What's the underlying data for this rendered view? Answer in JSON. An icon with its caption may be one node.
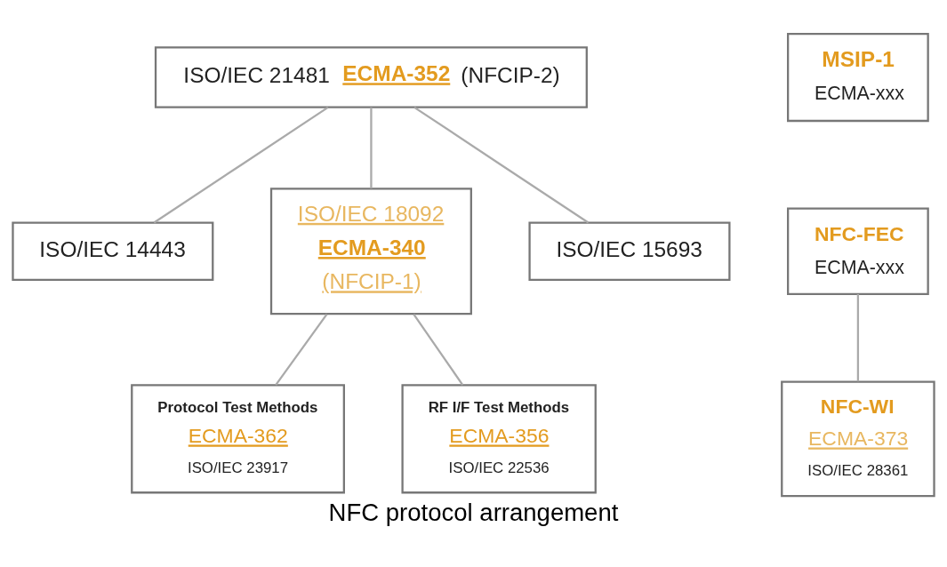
{
  "diagram": {
    "caption": "NFC protocol arrangement",
    "nodes": [
      {
        "text": [
          "ISO/IEC 21481",
          "ECMA-352",
          "(NFCIP-2)"
        ]
      },
      {
        "text": [
          "ISO/IEC 14443"
        ]
      },
      {
        "text": [
          "ISO/IEC 18092",
          "ECMA-340",
          "(NFCIP-1)"
        ]
      },
      {
        "text": [
          "ISO/IEC 15693"
        ]
      },
      {
        "text": [
          "MSIP-1",
          "ECMA-xxx"
        ]
      },
      {
        "text": [
          "Protocol Test Methods",
          "ECMA-362",
          "ISO/IEC 23917"
        ]
      },
      {
        "text": [
          "RF I/F Test Methods",
          "ECMA-356",
          "ISO/IEC 22536"
        ]
      },
      {
        "text": [
          "NFC-FEC",
          "ECMA-xxx"
        ]
      },
      {
        "text": [
          "NFC-WI",
          "ECMA-373",
          "ISO/IEC 28361"
        ]
      }
    ],
    "edges": [
      {
        "from": 0,
        "to": 1,
        "arrow": "none"
      },
      {
        "from": 0,
        "to": 2,
        "arrow": "none"
      },
      {
        "from": 0,
        "to": 3,
        "arrow": "none"
      },
      {
        "from": 2,
        "to": 5,
        "arrow": "none"
      },
      {
        "from": 2,
        "to": 6,
        "arrow": "none"
      },
      {
        "from": 7,
        "to": 8,
        "arrow": "none"
      }
    ]
  }
}
